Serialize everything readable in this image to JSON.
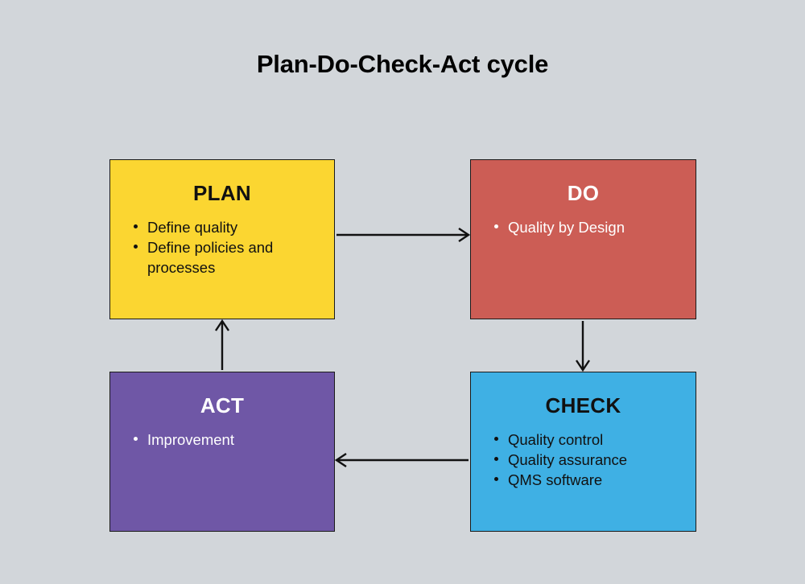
{
  "diagram": {
    "title": "Plan-Do-Check-Act cycle",
    "background_color": "#d2d6da",
    "type": "cycle-flowchart",
    "nodes": [
      {
        "id": "plan",
        "title": "PLAN",
        "color": "#fbd631",
        "text_color": "#111111",
        "items": [
          "Define quality",
          "Define policies and processes"
        ]
      },
      {
        "id": "do",
        "title": "DO",
        "color": "#cc5d55",
        "text_color": "#ffffff",
        "items": [
          "Quality by Design"
        ]
      },
      {
        "id": "check",
        "title": "CHECK",
        "color": "#3fb0e4",
        "text_color": "#111111",
        "items": [
          "Quality control",
          "Quality assurance",
          "QMS software"
        ]
      },
      {
        "id": "act",
        "title": "ACT",
        "color": "#6f57a6",
        "text_color": "#ffffff",
        "items": [
          "Improvement"
        ]
      }
    ],
    "connectors": [
      {
        "id": "plan-to-do",
        "from": "plan",
        "to": "do",
        "direction": "right"
      },
      {
        "id": "do-to-check",
        "from": "do",
        "to": "check",
        "direction": "down"
      },
      {
        "id": "check-to-act",
        "from": "check",
        "to": "act",
        "direction": "left"
      },
      {
        "id": "act-to-plan",
        "from": "act",
        "to": "plan",
        "direction": "up"
      }
    ]
  }
}
